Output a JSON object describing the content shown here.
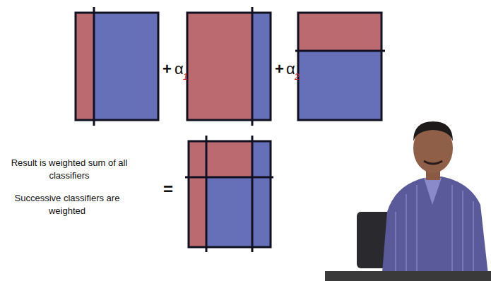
{
  "diagram": {
    "labels": [
      "+",
      "α",
      "1",
      "+",
      "α",
      "2",
      "=",
      "Result is weighted sum of all classifiers",
      "Successive classifiers are weighted"
    ]
  }
}
